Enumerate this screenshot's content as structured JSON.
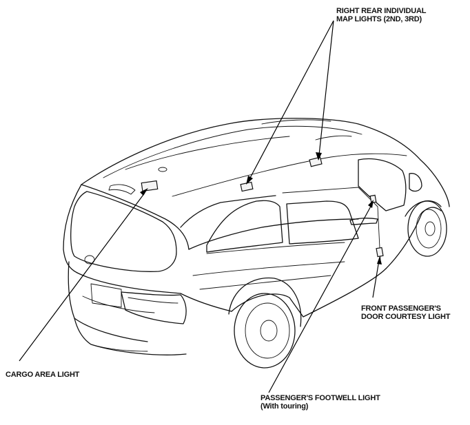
{
  "callouts": {
    "rear_map_lights": {
      "line1": "RIGHT REAR INDIVIDUAL",
      "line2": "MAP LIGHTS (2ND, 3RD)"
    },
    "door_courtesy": {
      "line1": "FRONT PASSENGER'S",
      "line2": "DOOR COURTESY LIGHT"
    },
    "cargo_area": {
      "line1": "CARGO AREA LIGHT"
    },
    "footwell": {
      "line1": "PASSENGER'S FOOTWELL LIGHT",
      "line2": "(With touring)"
    }
  },
  "icons": [
    "minivan-illustration",
    "cargo-area-light-icon",
    "map-light-icon",
    "footwell-light-icon",
    "door-courtesy-light-icon"
  ]
}
